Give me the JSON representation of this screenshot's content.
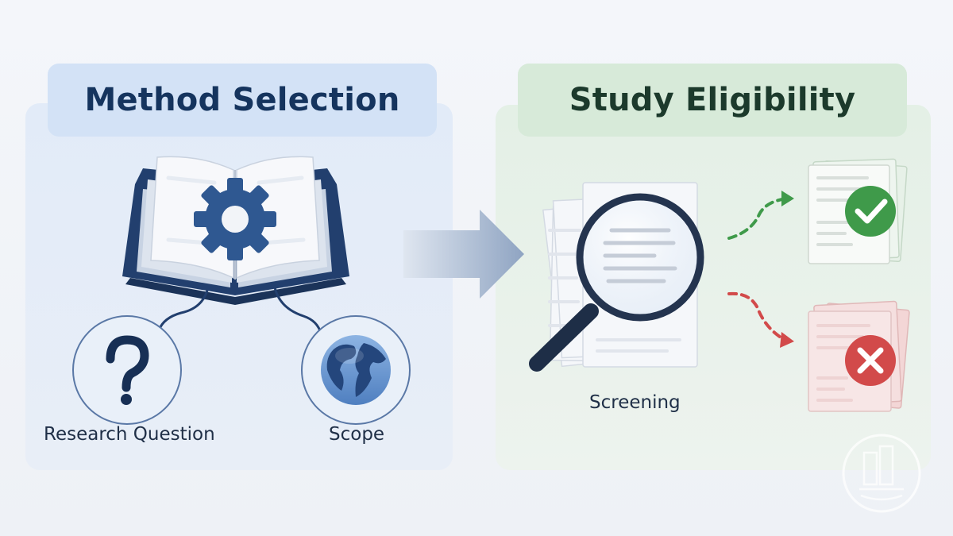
{
  "left": {
    "title": "Method Selection",
    "research_question": "Research Question",
    "scope": "Scope"
  },
  "right": {
    "title": "Study Eligibility",
    "screening": "Screening"
  },
  "icons": {
    "book": "book-with-gear-icon",
    "question": "question-mark-icon",
    "globe": "globe-icon",
    "arrow": "right-arrow-icon",
    "magnifier": "magnifying-glass-icon",
    "included": "check-icon",
    "excluded": "cross-icon",
    "watermark": "watermark-logo"
  },
  "colors": {
    "navy": "#2c4a7a",
    "accept_green": "#3f9a4a",
    "reject_red": "#d24a4a",
    "method_panel": "#e2ebf8",
    "eligibility_panel": "#e4f0e6"
  }
}
